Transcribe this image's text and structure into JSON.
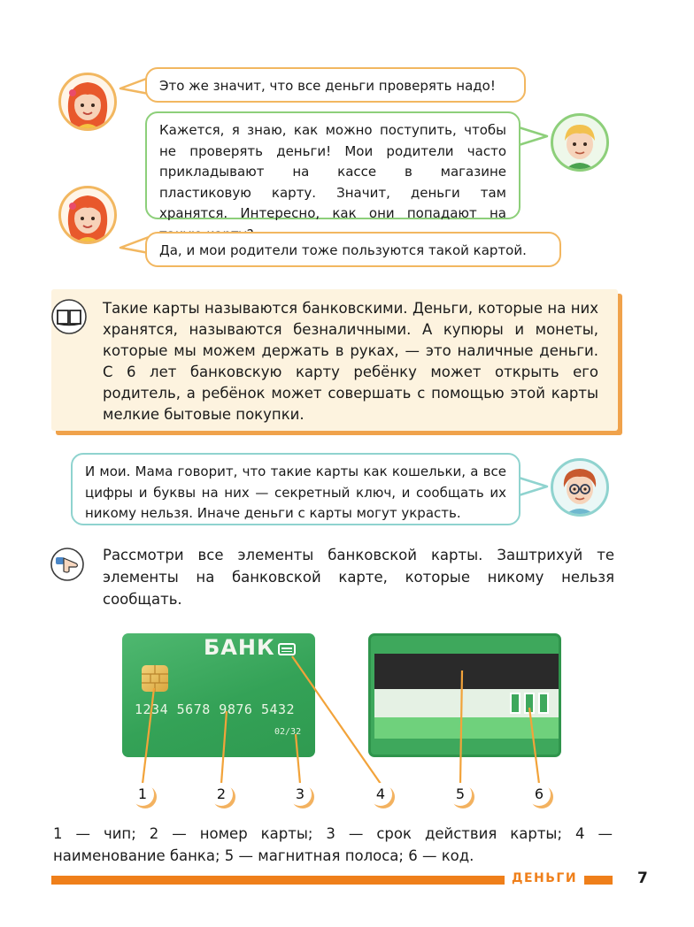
{
  "dialog": {
    "line1": "Это же значит, что все деньги проверять надо!",
    "line2": "Кажется, я знаю, как можно поступить, чтобы не проверять деньги! Мои родители часто прикладывают на кассе в магазине пластиковую карту. Значит, деньги там хранятся. Интересно, как они попадают на такую карту?",
    "line3": "Да, и мои родители тоже пользуются такой картой.",
    "line4": "И мои. Мама говорит, что такие карты как кошельки, а все цифры и буквы на них — секретный ключ, и сообщать их никому нельзя. Иначе деньги с карты могут украсть."
  },
  "info": {
    "text": "Такие карты называются банковскими. Деньги, которые на них хранятся, называются безналичными. А купюры и монеты, которые мы можем держать в руках, — это наличные деньги. С 6 лет банковскую карту ребёнку может открыть его родитель, а ребёнок может совершать с помощью этой карты мелкие бытовые покупки."
  },
  "task": {
    "text": "Рассмотри все элементы банковской карты. Заштрихуй те элементы на банковской карте, которые никому нельзя сообщать."
  },
  "card_front": {
    "bank_name": "БАНК",
    "number": "1234 5678 9876 5432",
    "expiry": "02/32"
  },
  "markers": [
    "1",
    "2",
    "3",
    "4",
    "5",
    "6"
  ],
  "legend": {
    "text": "1 — чип; 2 — номер карты; 3 — срок действия карты; 4 — наименование банка; 5 — магнитная полоса; 6 — код."
  },
  "footer": {
    "section": "ДЕНЬГИ",
    "page": "7"
  },
  "colors": {
    "accent_orange": "#ef7f1a",
    "card_green": "#34a257",
    "bubble_orange": "#f2b760",
    "bubble_green": "#8dcf7a",
    "bubble_teal": "#8fd3cf"
  }
}
